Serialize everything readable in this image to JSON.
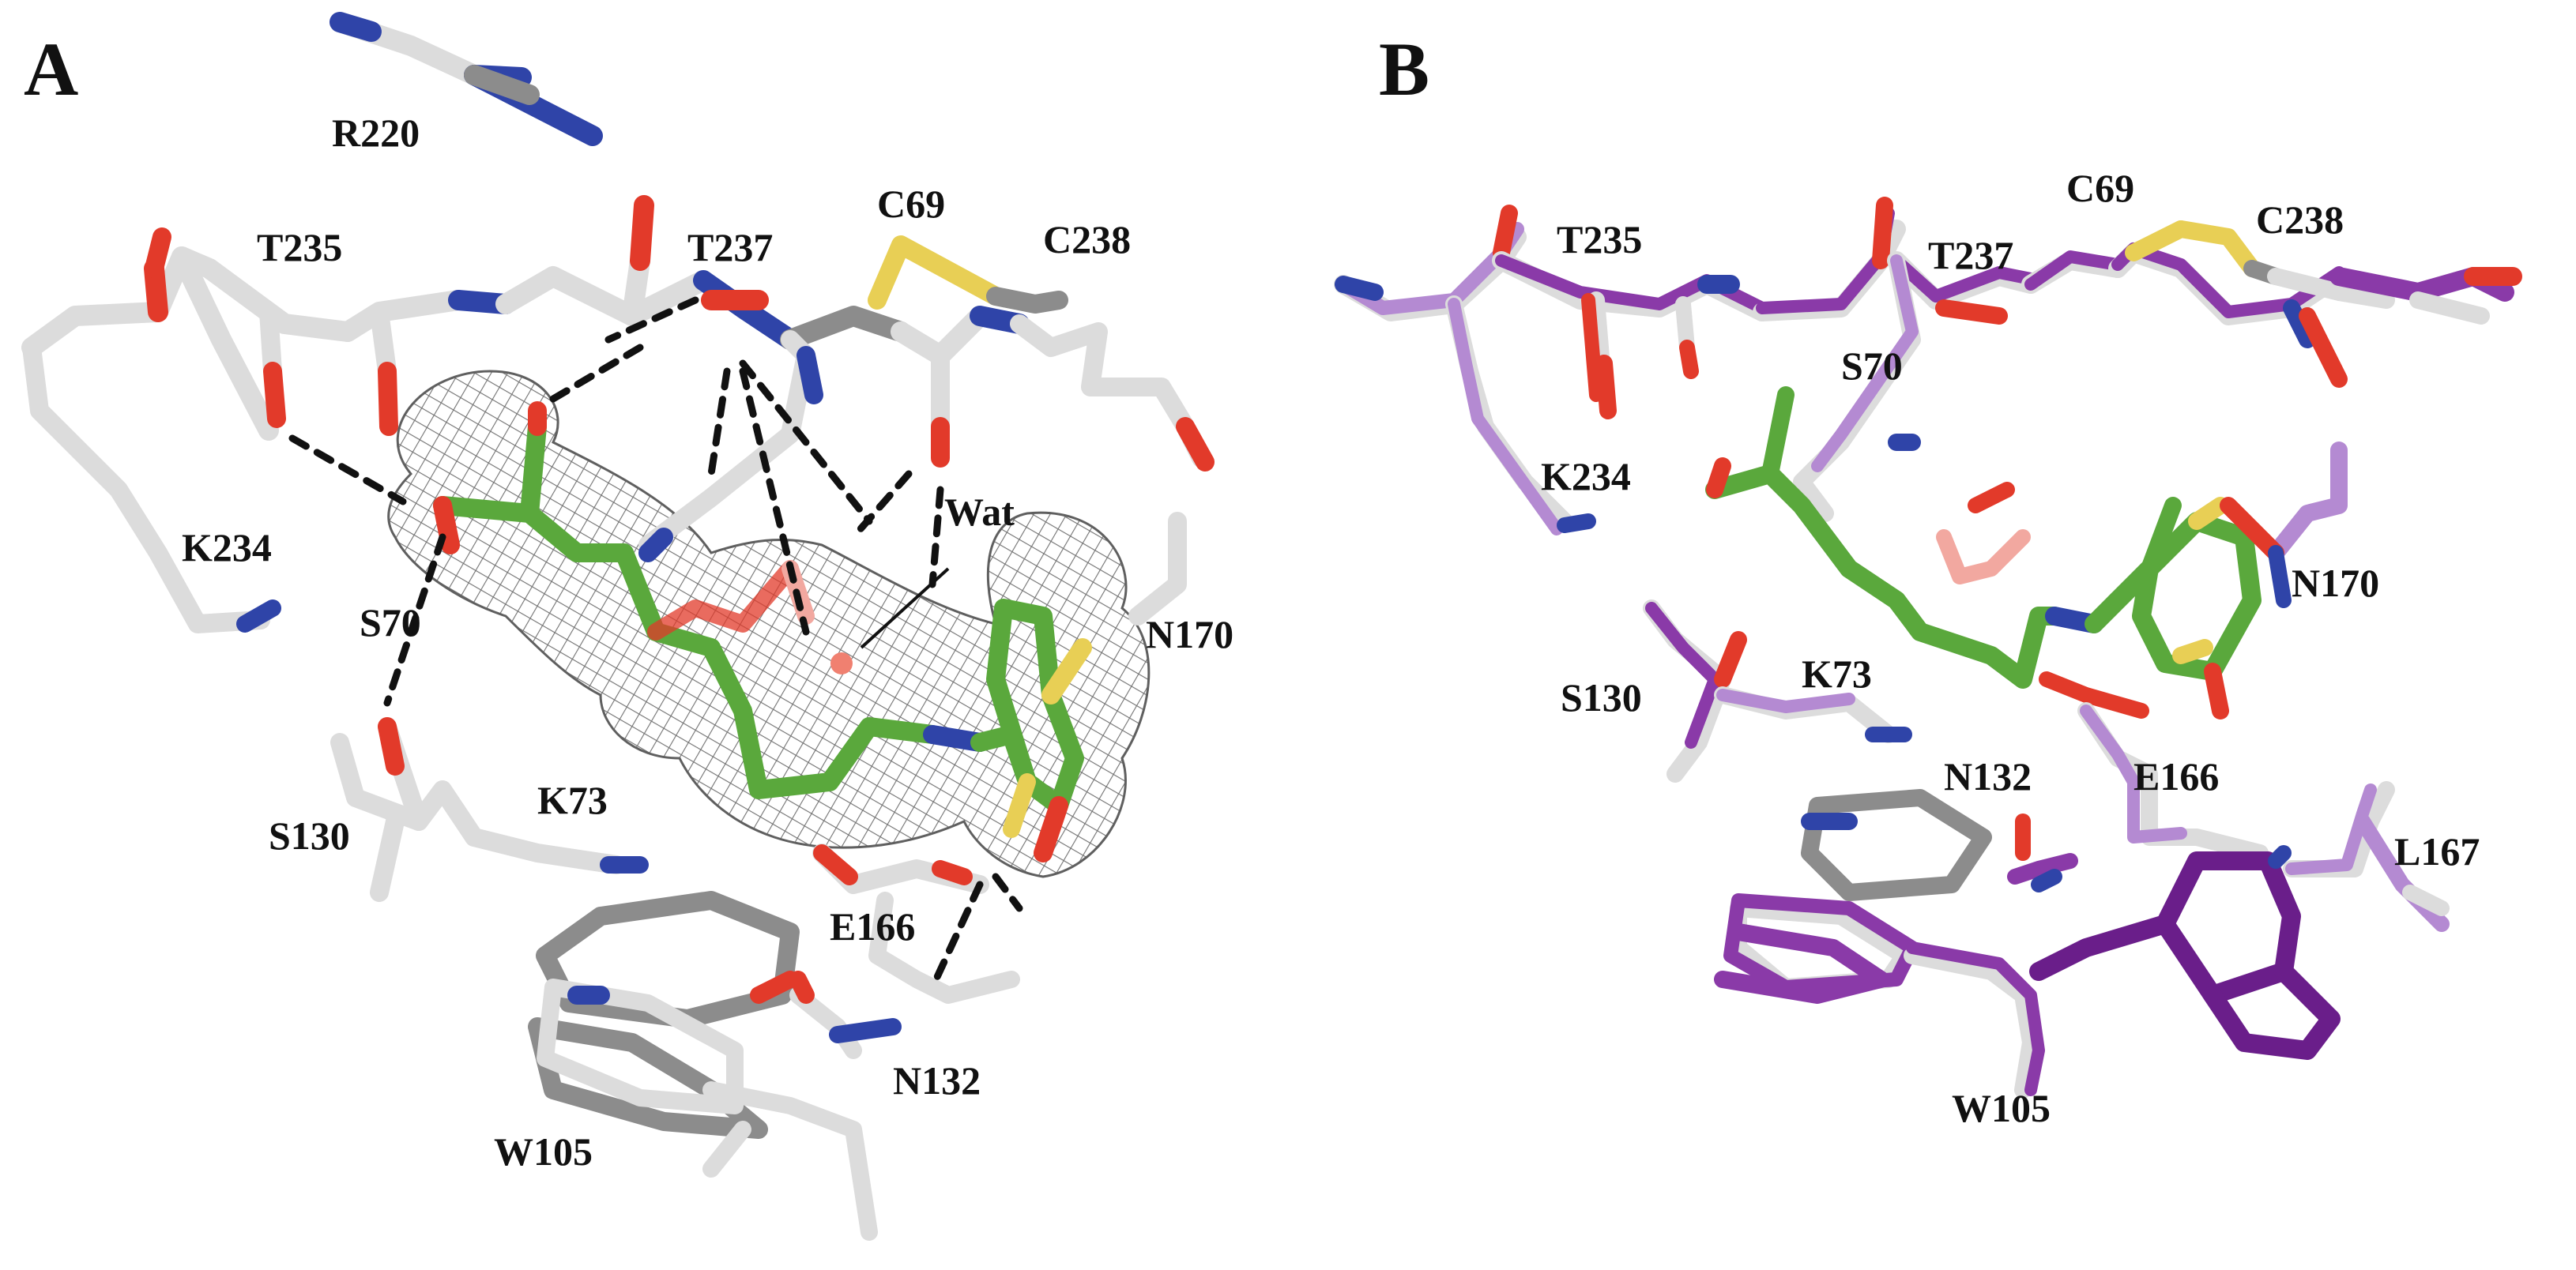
{
  "colors": {
    "background": "#ffffff",
    "carbon_white": "#dcdcdc",
    "carbon_grey": "#8c8c8c",
    "nitrogen": "#2f44a8",
    "oxygen": "#e23a2a",
    "sulfur": "#e8cf55",
    "ligand_carbon": "#5aa83c",
    "carbon_purple": "#8a3aa8",
    "carbon_lilac": "#b48ad2",
    "mesh": "#555555",
    "hbond": "#111111",
    "label": "#111111"
  },
  "panels": [
    {
      "letter": "A",
      "labels": {
        "R220": "R220",
        "T235": "T235",
        "T237": "T237",
        "C69": "C69",
        "C238": "C238",
        "K234": "K234",
        "S70": "S70",
        "Wat": "Wat",
        "N170": "N170",
        "S130": "S130",
        "K73": "K73",
        "E166": "E166",
        "N132": "N132",
        "W105": "W105"
      }
    },
    {
      "letter": "B",
      "labels": {
        "T235": "T235",
        "C69": "C69",
        "T237": "T237",
        "C238": "C238",
        "S70": "S70",
        "K234": "K234",
        "N170": "N170",
        "S130": "S130",
        "K73": "K73",
        "N132": "N132",
        "E166": "E166",
        "L167": "L167",
        "W105": "W105"
      }
    }
  ]
}
